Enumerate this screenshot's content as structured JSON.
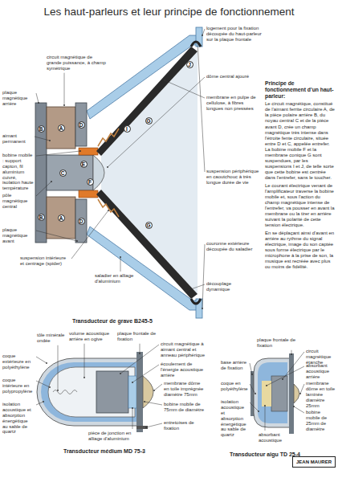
{
  "diagram": {
    "title": "Les haut-parleurs et leur principe de fonctionnement",
    "nodes": [
      {
        "text": [
          "A"
        ]
      },
      {
        "text": [
          "A"
        ]
      },
      {
        "text": [
          "B"
        ]
      },
      {
        "text": [
          "B"
        ]
      },
      {
        "text": [
          "C"
        ]
      },
      {
        "text": [
          "D"
        ]
      },
      {
        "text": [
          "D"
        ]
      },
      {
        "text": [
          "E"
        ]
      },
      {
        "text": [
          "F"
        ]
      },
      {
        "text": [
          "G"
        ]
      },
      {
        "text": [
          "G"
        ]
      },
      {
        "text": [
          "I"
        ]
      },
      {
        "text": [
          "J"
        ]
      },
      {
        "text": [
          "JEAN MAURER"
        ]
      }
    ],
    "labels": [
      "circuit magnétique de grande puissance, à champ symétrique",
      "plaque magnétique arrière",
      "aimant permanent",
      "bobine mobile : support capton, fil aluminium cuivré, isolation haute température",
      "pôle magnétique central",
      "plaque magnétique avant",
      "suspension intérieure et centrage (spider)",
      "saladier en alliage d'aluminium",
      "logement pour la fixation découpée du haut-parleur sur la plaque frontale",
      "dôme central ajouré",
      "membrane en pulpe de cellulose, à fibres longues non pressées",
      "suspension périphérique en caoutchouc à très longue durée de vie",
      "couronne extérieure découpée du saladier",
      "découplage dynamique",
      "Transducteur de grave B245-5",
      "Principe de fonctionnement d'un haut-parleur:",
      "Le circuit magnétique, constitué de l'aimant ferrite circulaire A, de la pièce polaire arrière B, du noyau central C et de la pièce avant D, crée un champ magnétique très intense dans l'étroite fente circulaire, située entre D et C, appelée entrefer. La bobine mobile F et la membrane conique G sont suspendues, par les suspensions I et J, de telle sorte que cette bobine est centrée dans l'entrefer, sans le toucher.",
      "Le courant électrique venant de l'amplificateur traverse la bobine mobile et, sous l'action du champ magnétique intense de l'entrefer, va pousser en avant la membrane ou la tirer en arrière suivant la polarité de cette tension électrique.",
      "En se déplaçant ainsi d'avant en arrière au rythme du signal électrique, image du son captée sous forme électrique par le microphone à la prise de son, la musique est recréée avec plus ou moins de fidélité.",
      "coque extérieure en polyéthylène",
      "coque intérieure en polypropylène",
      "isolation acoustique et absorption énergétique au sable de quartz",
      "tôle minérale ondée",
      "volume acoustique arrière en ogive",
      "plaque frontale de fixation",
      "circuit magnétique à aimant central et anneau périphérique",
      "écoulement de l'énergie acoustique arrière",
      "membrane dôme en toile imprégnée diamètre 75mm",
      "bobine mobile de 75mm de diamètre",
      "entretoises de fixation",
      "pièce de jonction en alliage d'aluminium",
      "Transducteur médium MD 75-3",
      "plaque frontale de fixation",
      "circuit magnétique étanche",
      "absorbant acoustique arrière",
      "membrane dôme en toile laminée diamètre 25mm",
      "bobine mobile de 25mm de diamètre",
      "base arrière de fixation",
      "coque en polyéthylène",
      "isolation acoustique et absorption énergétique au sable de quartz",
      "absorbant acoustique",
      "Transducteur aigu TD 25-4"
    ]
  }
}
